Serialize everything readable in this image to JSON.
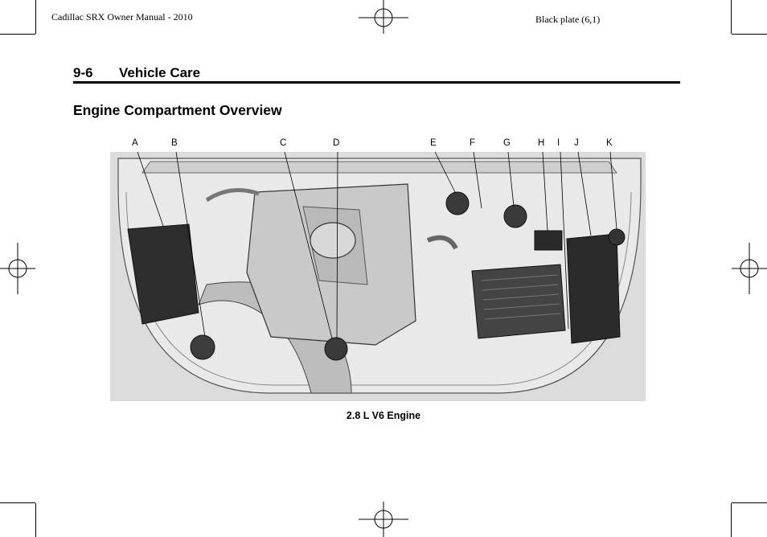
{
  "header": {
    "manual_title": "Cadillac SRX Owner Manual - 2010",
    "plate": "Black plate (6,1)"
  },
  "section": {
    "number": "9-6",
    "name": "Vehicle Care"
  },
  "page_title": "Engine Compartment Overview",
  "figure": {
    "callouts": [
      "A",
      "B",
      "C",
      "D",
      "E",
      "F",
      "G",
      "H",
      "I",
      "J",
      "K"
    ],
    "caption": "2.8 L V6 Engine"
  }
}
